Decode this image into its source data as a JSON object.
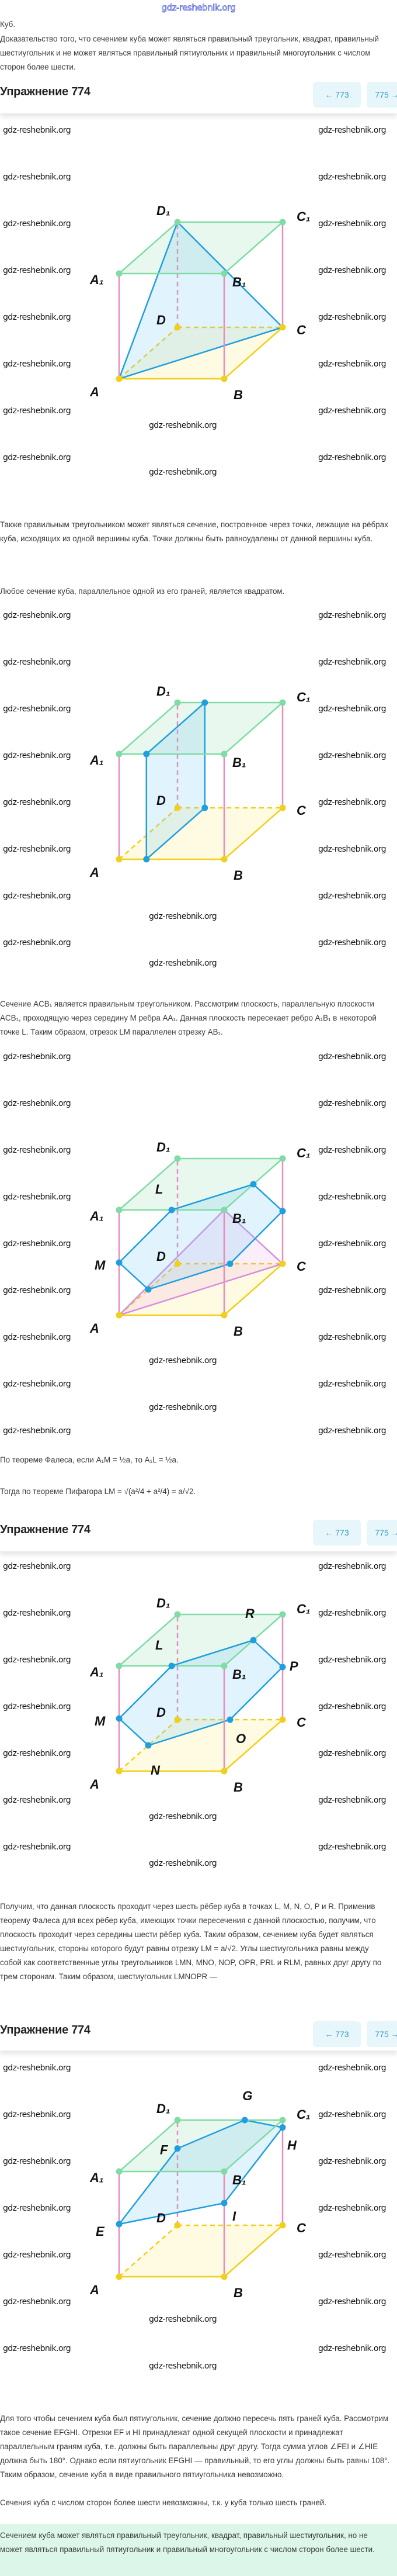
{
  "site_logo": "gdz-reshebnik.org",
  "watermark": "gdz-reshebnik.org",
  "header": {
    "title": "Упражнение 774",
    "prev_label": "← 773",
    "next_label": "775 →"
  },
  "intro": {
    "subject": "Куб.",
    "task": "Доказательство того, что сечением куба может являться правильный треугольник, квадрат, правильный шестиугольник и не может являться правильный пятиугольник и правильный многоугольник с числом сторон более шести."
  },
  "paragraphs": {
    "triangle": "Также правильным треугольником может являться сечение, построенное через точки, лежащие на рёбрах куба, исходящих из одной вершины куба. Точки должны быть равноудалены от данной вершины куба.",
    "square": "Любое сечение куба, параллельное одной из его граней, является квадратом.",
    "section_acb1": "Сечение ACB₁ является правильным треугольником. Рассмотрим плоскость, параллельную плоскости ACB₁, проходящую через середину M ребра AA₁. Данная плоскость пересекает ребро A₁B₁ в некоторой точке L. Таким образом, отрезок LM параллелен отрезку AB₁.",
    "thales": "По теореме Фалеса, если A₁M = ½a, то A₁L = ½a.",
    "pythagoras": "Тогда по теореме Пифагора LM = √(a²/4 + a²/4) = a/√2.",
    "hexagon": "Получим, что данная плоскость проходит через шесть рёбер куба в точках L, M, N, O, P и R. Применив теорему Фалеса для всех рёбер куба, имеющих точки пересечения с данной плоскостью, получим, что плоскость проходит через середины шести рёбер куба. Таким образом, сечением куба будет являться шестиугольник, стороны которого будут равны отрезку LM = a/√2. Углы шестиугольника равны между собой как соответственные углы треугольников LMN, MNO, NOP, OPR, PRL и RLM, равных друг другу по трем сторонам. Таким образом, шестиугольник LMNOPR —",
    "pentagon": "Для того чтобы сечением куба был пятиугольник, сечение должно пересечь пять граней куба. Рассмотрим такое сечение EFGHI. Отрезки EF и HI принадлежат одной секущей плоскости и принадлежат параллельным граням куба, т.е. должны быть параллельны друг другу. Тогда сумма углов ∠FEI и ∠HIE должна быть 180°. Однако если пятиугольник EFGHI — правильный, то его углы должны быть равны 108°. Таким образом, сечение куба в виде правильного пятиугольника невозможно.",
    "more_than_six": "Сечения куба с числом сторон более шести невозможны, т.к. у куба только шесть граней."
  },
  "answer": "Сечением куба может являться правильный треугольник, квадрат, правильный шестиугольник, но не может являться правильный пятиугольник и правильный многоугольник с числом сторон более шести.",
  "vertex_labels": {
    "A": "A",
    "B": "B",
    "C": "C",
    "D": "D",
    "A1": "A₁",
    "B1": "B₁",
    "C1": "C₁",
    "D1": "D₁"
  },
  "section_labels": {
    "figure3": {
      "L": "L",
      "M": "M"
    },
    "figure4": {
      "L": "L",
      "M": "M",
      "N": "N",
      "O": "O",
      "P": "P",
      "R": "R"
    },
    "figure5": {
      "E": "E",
      "F": "F",
      "G": "G",
      "H": "H",
      "I": "I"
    }
  },
  "colors": {
    "top_face": "#7fdca4",
    "bottom_face": "#f2cf1a",
    "vertical_edges": "#e98bbb",
    "section": "#1f9fe0",
    "triangle": "#d68ee0",
    "button_bg": "#e6f6fb",
    "answer_bg": "#dcf7ea"
  }
}
